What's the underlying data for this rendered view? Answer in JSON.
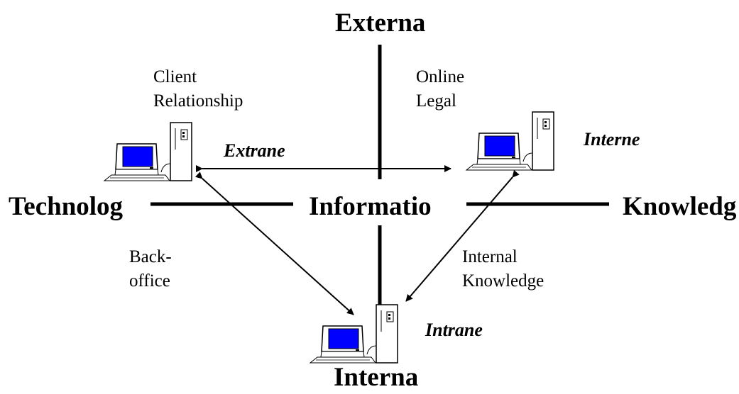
{
  "axes": {
    "top": "Externa",
    "bottom": "Interna",
    "left": "Technolog",
    "right": "Knowledg",
    "center": "Informatio"
  },
  "quadrants": {
    "top_left": [
      "Client",
      "Relationship"
    ],
    "top_right": [
      "Online",
      "Legal"
    ],
    "bottom_left": [
      "Back-",
      "office"
    ],
    "bottom_right": [
      "Internal",
      "Knowledge"
    ]
  },
  "networks": {
    "extranet": "Extrane",
    "internet": "Interne",
    "intranet": "Intrane"
  },
  "colors": {
    "screen": "#0000ff",
    "line": "#000000",
    "background": "#ffffff"
  },
  "icons": [
    "computer-icon",
    "computer-icon",
    "computer-icon"
  ]
}
